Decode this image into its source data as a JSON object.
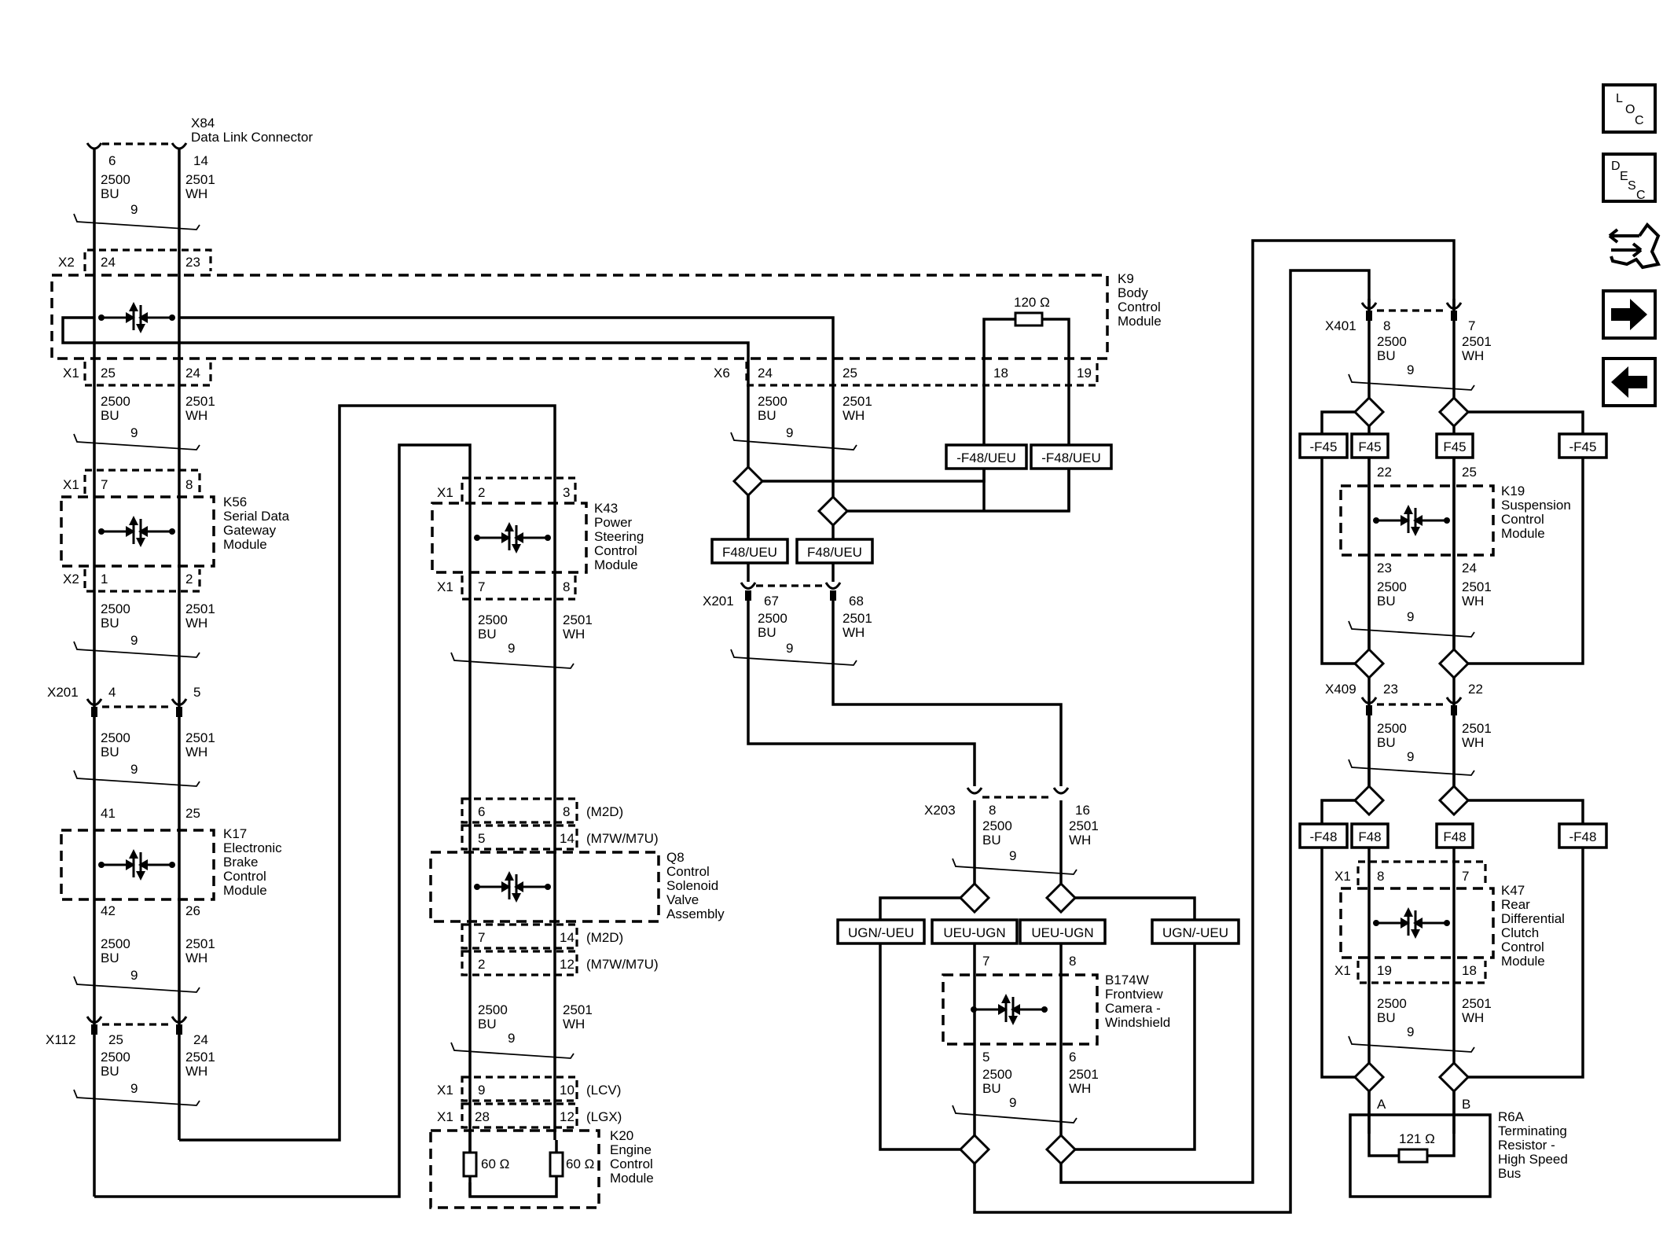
{
  "nav": {
    "loc": {
      "l1": "L",
      "l2": "O",
      "l3": "C"
    },
    "desc": {
      "l1": "D",
      "l2": "E",
      "l3": "S",
      "l4": "C"
    }
  },
  "wire": {
    "bu_num": "2500",
    "wh_num": "2501",
    "bu": "BU",
    "wh": "WH",
    "twist": "9"
  },
  "x84": {
    "id": "X84",
    "name": "Data Link Connector",
    "p1": "6",
    "p2": "14"
  },
  "k9": {
    "id": "K9",
    "n1": "Body",
    "n2": "Control",
    "n3": "Module",
    "x2": "X2",
    "x2p1": "24",
    "x2p2": "23",
    "x1": "X1",
    "x1p1": "25",
    "x1p2": "24",
    "x6": "X6",
    "x6p1": "24",
    "x6p2": "25",
    "x6p3": "18",
    "x6p4": "19",
    "res": "120 Ω"
  },
  "k56": {
    "id": "K56",
    "n1": "Serial Data",
    "n2": "Gateway",
    "n3": "Module",
    "c1": "X1",
    "p1": "7",
    "p2": "8",
    "c2": "X2",
    "p3": "1",
    "p4": "2"
  },
  "x201a": {
    "id": "X201",
    "p1": "4",
    "p2": "5"
  },
  "k17": {
    "id": "K17",
    "n1": "Electronic",
    "n2": "Brake",
    "n3": "Control",
    "n4": "Module",
    "p1": "41",
    "p2": "25",
    "p3": "42",
    "p4": "26"
  },
  "x112": {
    "id": "X112",
    "p1": "25",
    "p2": "24"
  },
  "k43": {
    "id": "K43",
    "n1": "Power",
    "n2": "Steering",
    "n3": "Control",
    "n4": "Module",
    "c1": "X1",
    "p1": "2",
    "p2": "3",
    "c2": "X1",
    "p3": "7",
    "p4": "8"
  },
  "q8": {
    "id": "Q8",
    "n1": "Control",
    "n2": "Solenoid",
    "n3": "Valve",
    "n4": "Assembly",
    "r1a": "6",
    "r1b": "8",
    "r1t": "(M2D)",
    "r2a": "5",
    "r2b": "14",
    "r2t": "(M7W/M7U)",
    "r3a": "7",
    "r3b": "14",
    "r3t": "(M2D)",
    "r4a": "2",
    "r4b": "12",
    "r4t": "(M7W/M7U)"
  },
  "k20": {
    "id": "K20",
    "n1": "Engine",
    "n2": "Control",
    "n3": "Module",
    "c1": "X1",
    "p1": "9",
    "p2": "10",
    "t1": "(LCV)",
    "c2": "X1",
    "p3": "28",
    "p4": "12",
    "t2": "(LGX)",
    "res": "60 Ω"
  },
  "opts": {
    "f48ueu_neg": "-F48/UEU",
    "f48ueu": "F48/UEU",
    "ugn_ueu_neg": "UGN/-UEU",
    "ueu_ugn": "UEU-UGN",
    "f45": "F45",
    "f45_neg": "-F45",
    "f48": "F48",
    "f48_neg": "-F48"
  },
  "x201b": {
    "id": "X201",
    "p1": "67",
    "p2": "68"
  },
  "x203": {
    "id": "X203",
    "p1": "8",
    "p2": "16"
  },
  "b174w": {
    "id": "B174W",
    "n1": "Frontview",
    "n2": "Camera -",
    "n3": "Windshield",
    "p1": "7",
    "p2": "8",
    "p3": "5",
    "p4": "6"
  },
  "x401": {
    "id": "X401",
    "p1": "8",
    "p2": "7"
  },
  "k19": {
    "id": "K19",
    "n1": "Suspension",
    "n2": "Control",
    "n3": "Module",
    "p1": "22",
    "p2": "25",
    "p3": "23",
    "p4": "24"
  },
  "x409": {
    "id": "X409",
    "p1": "23",
    "p2": "22"
  },
  "k47": {
    "id": "K47",
    "n1": "Rear",
    "n2": "Differential",
    "n3": "Clutch",
    "n4": "Control",
    "n5": "Module",
    "c1": "X1",
    "p1": "8",
    "p2": "7",
    "c2": "X1",
    "p3": "19",
    "p4": "18"
  },
  "r6a": {
    "id": "R6A",
    "n1": "Terminating",
    "n2": "Resistor -",
    "n3": "High Speed",
    "n4": "Bus",
    "pa": "A",
    "pb": "B",
    "res": "121 Ω"
  }
}
